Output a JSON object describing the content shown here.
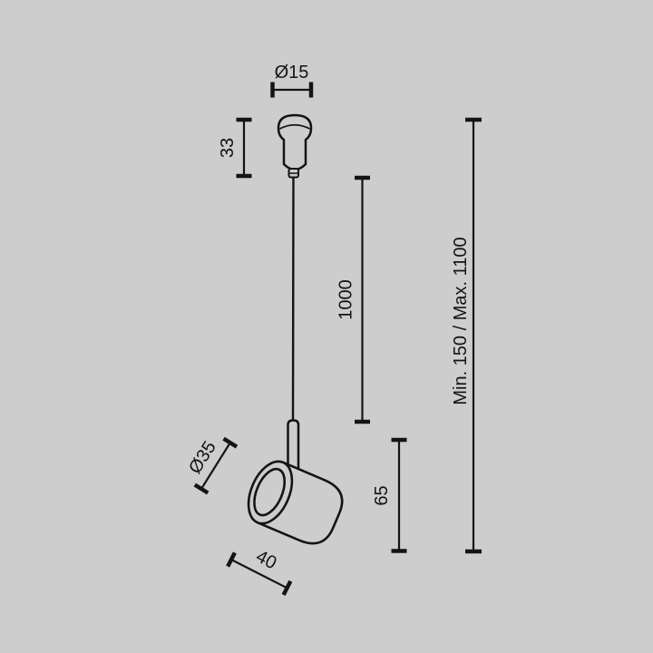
{
  "page": {
    "background_color": "#cdcdcd",
    "line_color": "#141414"
  },
  "dimensions": {
    "canopy_diameter": {
      "label": "Ø15"
    },
    "canopy_height": {
      "label": "33"
    },
    "cable_length": {
      "label": "1000"
    },
    "suspension_range": {
      "label": "Min. 150 / Max. 1100"
    },
    "head_diameter": {
      "label": "Ø35"
    },
    "head_height": {
      "label": "65"
    },
    "head_length": {
      "label": "40"
    }
  }
}
